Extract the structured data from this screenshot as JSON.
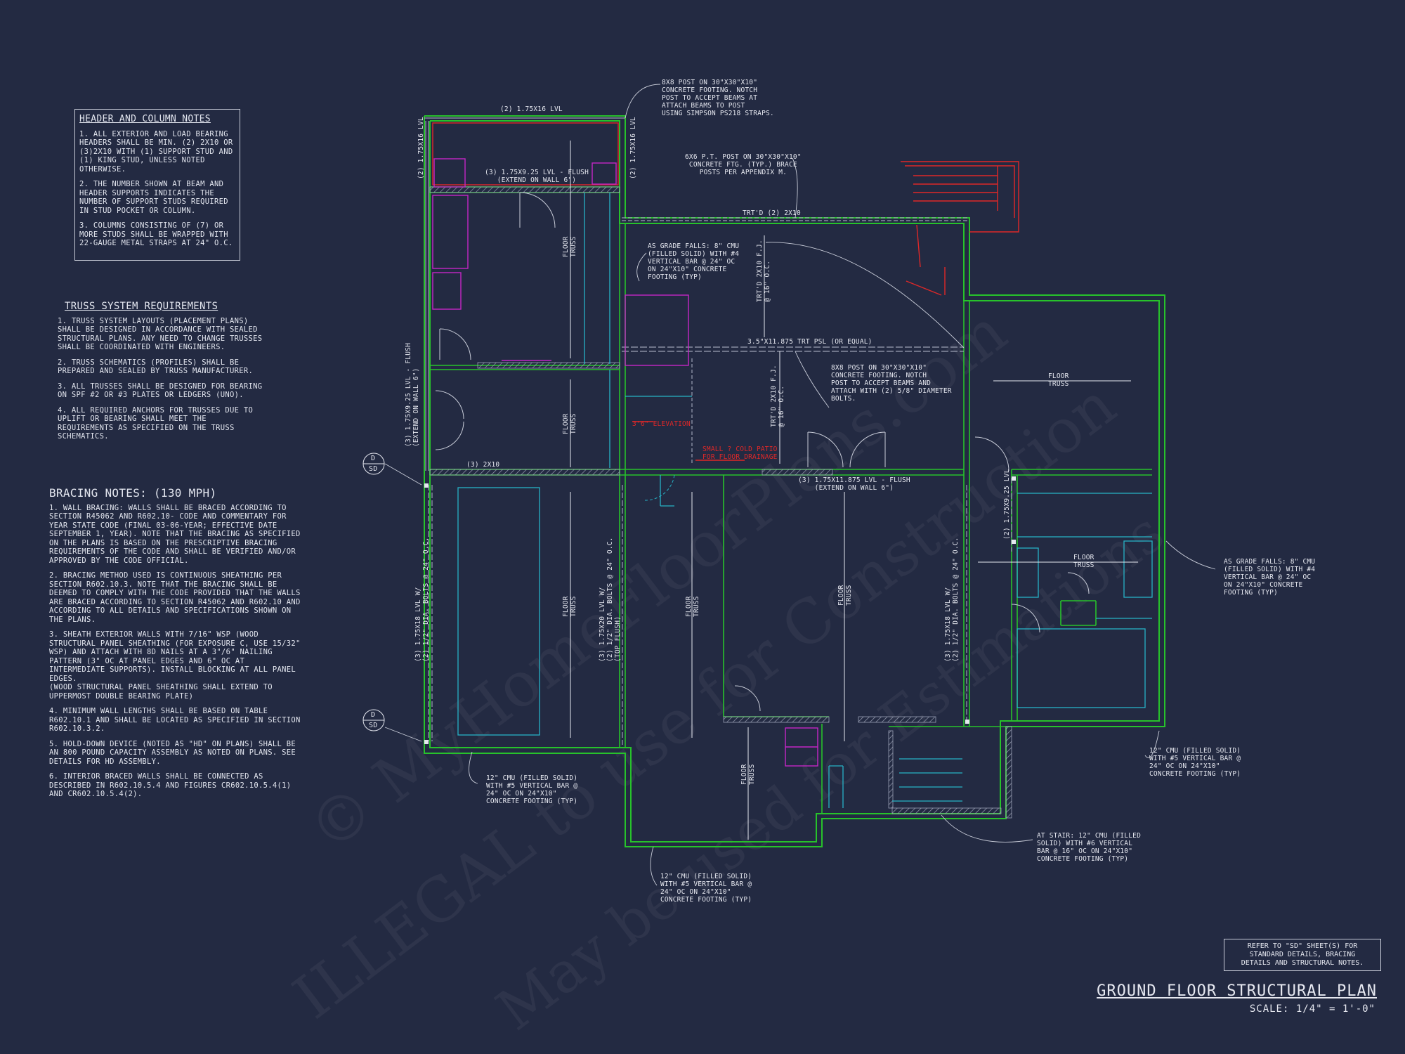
{
  "header_column_notes": {
    "title": "HEADER AND COLUMN NOTES",
    "items": [
      "1. ALL EXTERIOR AND LOAD BEARING HEADERS SHALL BE MIN. (2) 2x10 OR (3)2x10 WITH (1) SUPPORT STUD AND (1) KING STUD, UNLESS NOTED OTHERWISE.",
      "2. THE NUMBER SHOWN AT BEAM AND HEADER SUPPORTS INDICATES THE NUMBER OF SUPPORT STUDS REQUIRED IN STUD POCKET OR COLUMN.",
      "3. COLUMNS CONSISTING OF (7) OR MORE STUDS SHALL BE WRAPPED WITH 22-GAUGE METAL STRAPS AT 24\" O.C."
    ]
  },
  "truss_requirements": {
    "title": "TRUSS SYSTEM REQUIREMENTS",
    "items": [
      "1. TRUSS SYSTEM LAYOUTS (PLACEMENT PLANS) SHALL BE DESIGNED IN ACCORDANCE WITH SEALED STRUCTURAL PLANS. ANY NEED TO CHANGE TRUSSES SHALL BE COORDINATED WITH ENGINEERS.",
      "2. TRUSS SCHEMATICS (PROFILES) SHALL BE PREPARED AND SEALED BY TRUSS MANUFACTURER.",
      "3. ALL TRUSSES SHALL BE DESIGNED FOR BEARING ON SPF #2 OR #3 PLATES OR LEDGERS (UNO).",
      "4. ALL REQUIRED ANCHORS FOR TRUSSES DUE TO UPLIFT OR BEARING SHALL MEET THE REQUIREMENTS AS SPECIFIED ON THE TRUSS SCHEMATICS."
    ]
  },
  "bracing_notes": {
    "title": "BRACING NOTES: (130 MPH)",
    "items": [
      "1. WALL BRACING: WALLS SHALL BE BRACED ACCORDING TO SECTION R45062 AND R602.10- CODE AND COMMENTARY FOR YEAR STATE CODE (FINAL 03-06-YEAR; EFFECTIVE DATE SEPTEMBER 1, YEAR). NOTE THAT THE BRACING AS SPECIFIED ON THE PLANS IS BASED ON THE PRESCRIPTIVE BRACING REQUIREMENTS OF THE CODE AND SHALL BE VERIFIED AND/OR APPROVED BY THE CODE OFFICIAL.",
      "2. BRACING METHOD USED IS CONTINUOUS SHEATHING PER SECTION R602.10.3. NOTE THAT THE BRACING SHALL BE DEEMED TO COMPLY WITH THE CODE PROVIDED THAT THE WALLS ARE BRACED ACCORDING TO SECTION R45062 AND R602.10 AND ACCORDING TO ALL DETAILS AND SPECIFICATIONS SHOWN ON THE PLANS.",
      "3. SHEATH EXTERIOR WALLS WITH 7/16\" WSP (WOOD STRUCTURAL PANEL SHEATHING (FOR EXPOSURE C, USE 15/32\" WSP) AND ATTACH WITH 8d NAILS AT A 3\"/6\" NAILING PATTERN (3\" OC AT PANEL EDGES AND 6\" OC AT INTERMEDIATE SUPPORTS). INSTALL BLOCKING AT ALL PANEL EDGES.\n(WOOD STRUCTURAL PANEL SHEATHING SHALL EXTEND TO UPPERMOST DOUBLE BEARING PLATE)",
      "4. MINIMUM WALL LENGTHS SHALL BE BASED ON TABLE R602.10.1 AND SHALL BE LOCATED AS SPECIFIED IN SECTION R602.10.3.2.",
      "5. HOLD-DOWN DEVICE (NOTED AS \"HD\" ON PLANS) SHALL BE AN 800 POUND CAPACITY ASSEMBLY AS NOTED ON PLANS. SEE DETAILS FOR HD ASSEMBLY.",
      "6. INTERIOR BRACED WALLS SHALL BE CONNECTED AS DESCRIBED IN R602.10.5.4 AND FIGURES CR602.10.5.4(1) AND CR602.10.5.4(2)."
    ]
  },
  "plan_labels": {
    "top_beam": "(2) 1.75x16 LVL",
    "left_top_beam": "(2) 1.75x16 LVL",
    "right_top_beam": "(2) 1.75x16 LVL",
    "flush_top": "(3) 1.75x9.25 LVL - FLUSH\n(EXTEND ON WALL 6\")",
    "post_top": "8x8 POST ON 30\"x30\"x10\"\nCONCRETE FOOTING. NOTCH\nPOST TO ACCEPT BEAMS AT\nATTACH BEAMS TO POST\nUSING SIMPSON PS218 STRAPS.",
    "post_6x6": "6x6 P.T. POST ON 30\"x30\"x10\"\nCONCRETE FTG. (TYP.) BRACE\nPOSTS PER APPENDIX M.",
    "trt_2x10": "TRT'D (2) 2x10",
    "grade_falls_1": "AS GRADE FALLS: 8\" CMU\n(FILLED SOLID) WITH #4\nVERTICAL BAR @ 24\" OC\nON 24\"x10\" CONCRETE\nFOOTING (TYP)",
    "trt_fj_1": "TRT'D 2x10 F.J.\n@ 16\" O.C.",
    "psl": "3.5\"x11.875 TRT PSL (OR EQUAL)",
    "post_mid": "8x8 POST ON 30\"x30\"x10\"\nCONCRETE FOOTING. NOTCH\nPOST TO ACCEPT BEAMS AND\nATTACH WITH (2) 5/8\" DIAMETER\nBOLTS.",
    "trt_fj_2": "TRT'D 2x10 F.J.\n@ 16\" O.C.",
    "left_flush": "(3) 1.75x9.25 LVL - FLUSH\n(EXTEND ON WALL 6\")",
    "floor_truss": "FLOOR\nTRUSS",
    "beam_3_2x10": "(3) 2x10",
    "beam_mid_flush": "(3) 1.75x11.875 LVL - FLUSH\n(EXTEND ON WALL 6\")",
    "right_vertical": "(2) 1.75x9.25 LVL",
    "lvl18_left": "(3) 1.75x18 LVL W/\n(2) 1/2\" DIA. BOLTS @ 24\" O.C.",
    "lvl20_mid": "(3) 1.75x20 LVL W/\n(2) 1/2\" DIA. BOLTS @ 24\" O.C.\n(TOP FLUSH)",
    "lvl18_right": "(3) 1.75x18 LVL W/\n(2) 1/2\" DIA. BOLTS @ 24\" O.C.",
    "grade_falls_2": "AS GRADE FALLS: 8\" CMU\n(FILLED SOLID) WITH #4\nVERTICAL BAR @ 24\" OC\nON 24\"x10\" CONCRETE\nFOOTING (TYP)",
    "cmu_left": "12\" CMU (FILLED SOLID)\nWITH #5 VERTICAL BAR @\n24\" OC ON 24\"x10\"\nCONCRETE FOOTING (TYP)",
    "cmu_bottom": "12\" CMU (FILLED SOLID)\nWITH #5 VERTICAL BAR @\n24\" OC ON 24\"x10\"\nCONCRETE FOOTING (TYP)",
    "cmu_right": "12\" CMU (FILLED SOLID)\nWITH #5 VERTICAL BAR @\n24\" OC ON 24\"x10\"\nCONCRETE FOOTING (TYP)",
    "cmu_stair": "AT STAIR: 12\" CMU (FILLED\nSOLID) WITH #6 VERTICAL\nBAR @ 16\" OC ON 24\"x10\"\nCONCRETE FOOTING (TYP)",
    "elev_red": "3'6\" ELEVATION",
    "cold_red": "SMALL ? COLD PATIO\nFOR FLOOR DRAINAGE"
  },
  "section_markers": [
    {
      "top": "D",
      "bottom": "SD"
    },
    {
      "top": "D",
      "bottom": "SD"
    }
  ],
  "ref_note": "REFER TO \"SD\" SHEET(S) FOR\nSTANDARD DETAILS, BRACING\nDETAILS AND STRUCTURAL NOTES.",
  "sheet_title": "GROUND FLOOR STRUCTURAL PLAN",
  "scale": "SCALE: 1/4\" = 1'-0\"",
  "watermarks": [
    "© MyHomeFloorPlans.com",
    "ILLEGAL to use for Construction",
    "May be used for Estimations"
  ],
  "colors": {
    "background": "#232a42",
    "walls": "#27c22b",
    "cyan": "#27b3c6",
    "magenta": "#c526c6",
    "red": "#e02828",
    "text": "#e6e8f0"
  }
}
